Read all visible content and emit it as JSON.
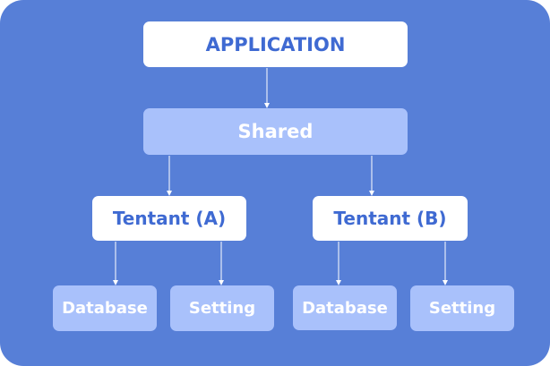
{
  "diagram": {
    "colors": {
      "background": "#577fd7",
      "white_box": "#ffffff",
      "white_box_text": "#3f6ad2",
      "light_box": "#a9c1fb",
      "light_box_text": "#ffffff",
      "connector": "#ffffff"
    },
    "application": {
      "label": "APPLICATION"
    },
    "shared": {
      "label": "Shared"
    },
    "tenant_a": {
      "label": "Tentant (A)",
      "children": [
        "Database",
        "Setting"
      ]
    },
    "tenant_b": {
      "label": "Tentant (B)",
      "children": [
        "Database",
        "Setting"
      ]
    }
  }
}
